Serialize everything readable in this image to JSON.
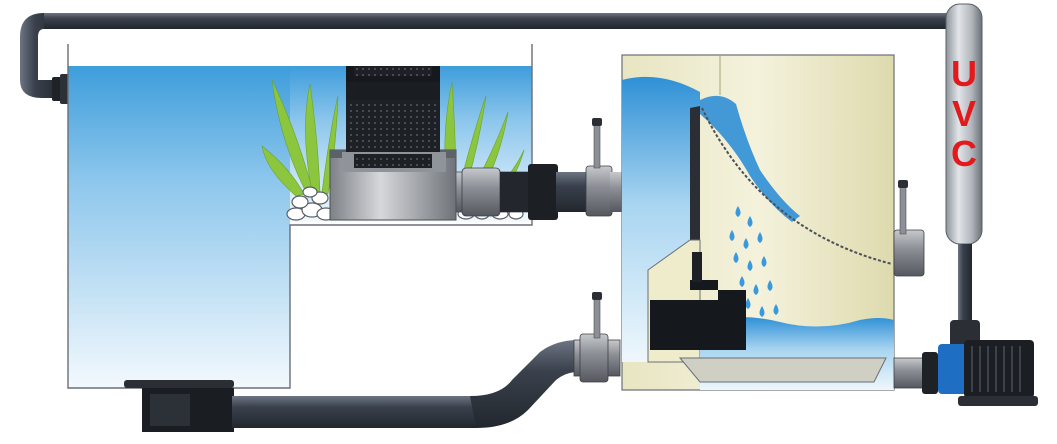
{
  "uvc_unit": {
    "label_letters": [
      "U",
      "V",
      "C"
    ],
    "label_color": "#e3191b"
  },
  "colors": {
    "pipe": "#3b4350",
    "pipe_highlight": "#7a8290",
    "water_top": "#3f9fdc",
    "water_bottom": "#e9f4fb",
    "filter_body": "#efeccb",
    "plants": "#8cc63f",
    "pump_blue": "#1e6fc4"
  },
  "components": [
    "return-pipe",
    "pond",
    "skimmer",
    "plants",
    "stones",
    "filter-chamber",
    "sieve-screen",
    "water-droplets",
    "submersible-pump",
    "bottom-drain",
    "bottom-drain-pipe",
    "external-pump",
    "uvc-clarifier"
  ]
}
